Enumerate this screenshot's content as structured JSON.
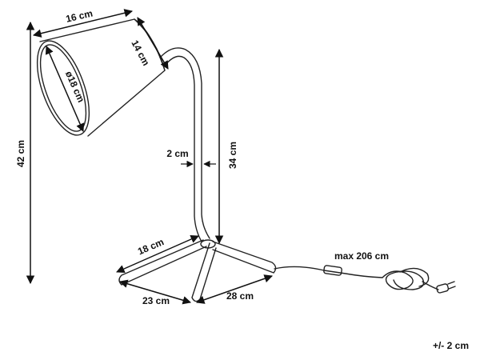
{
  "dimensions": {
    "shade_top_width": "16 cm",
    "shade_height": "14 cm",
    "shade_diameter": "ø18 cm",
    "total_height": "42 cm",
    "tube_diameter": "2 cm",
    "arm_height": "34 cm",
    "base_leg_1": "18 cm",
    "base_leg_2": "23 cm",
    "base_leg_3": "28 cm",
    "cable_length": "max 206 cm",
    "tolerance": "+/- 2 cm"
  },
  "colors": {
    "line": "#222222",
    "background": "#ffffff"
  }
}
